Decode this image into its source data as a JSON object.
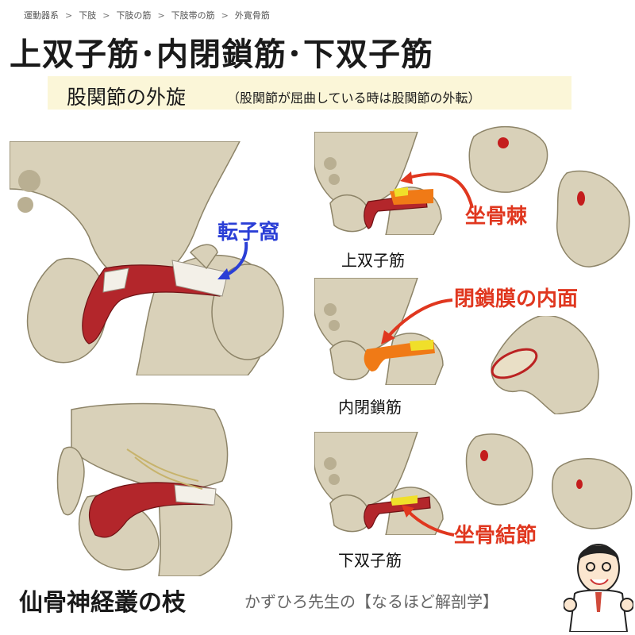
{
  "breadcrumb": [
    "運動器系",
    "下肢",
    "下肢の筋",
    "下肢帯の筋",
    "外寛骨筋"
  ],
  "breadcrumb_sep": ">",
  "title": "上双子筋･内閉鎖筋･下双子筋",
  "subtitle": {
    "main": "股関節の外旋",
    "note": "（股関節が屈曲している時は股関節の外転）"
  },
  "labels": {
    "trochanteric_fossa": "転子窩",
    "ischial_spine": "坐骨棘",
    "superior_gemellus": "上双子筋",
    "obturator_membrane_inner": "閉鎖膜の内面",
    "obturator_internus": "内閉鎖筋",
    "ischial_tuberosity": "坐骨結節",
    "inferior_gemellus": "下双子筋",
    "sacral_plexus_branch": "仙骨神経叢の枝"
  },
  "credit": "かずひろ先生の【なるほど解剖学】",
  "colors": {
    "label_red": "#e0371f",
    "label_blue": "#2b3fd6",
    "subtitle_bg": "#fbf6d8",
    "muscle": "#b3262b",
    "bone": "#d9d1b9"
  }
}
